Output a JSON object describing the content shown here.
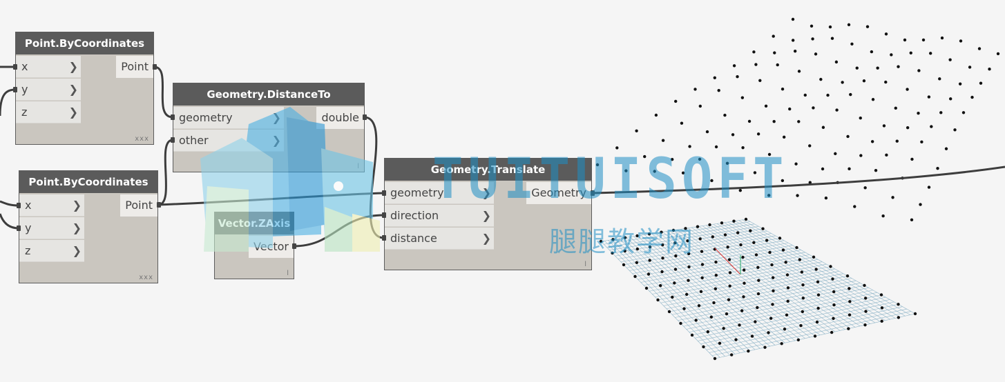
{
  "colors": {
    "background": "#f5f5f5",
    "node_body": "#cac6bf",
    "node_header": "#5b5b5b",
    "wire": "#3d3d3d",
    "watermark": "#1f8fc4"
  },
  "nodes": {
    "point1": {
      "title": "Point.ByCoordinates",
      "inputs": [
        "x",
        "y",
        "z"
      ],
      "output": "Point",
      "lacing": "xxx"
    },
    "distance": {
      "title": "Geometry.DistanceTo",
      "inputs": [
        "geometry",
        "other"
      ],
      "output": "double",
      "lacing": "l"
    },
    "point2": {
      "title": "Point.ByCoordinates",
      "inputs": [
        "x",
        "y",
        "z"
      ],
      "output": "Point",
      "lacing": "xxx"
    },
    "zaxis": {
      "title": "Vector.ZAxis",
      "output": "Vector",
      "lacing": "l"
    },
    "translate": {
      "title": "Geometry.Translate",
      "inputs": [
        "geometry",
        "direction",
        "distance"
      ],
      "output": "Geometry",
      "lacing": "l"
    }
  },
  "watermark": {
    "text": "TUITUISOFT",
    "subtitle": "腿腿教学网"
  },
  "icons": {
    "input_port_arrow": "chevron-right-icon",
    "connector": "port-connector-icon"
  }
}
